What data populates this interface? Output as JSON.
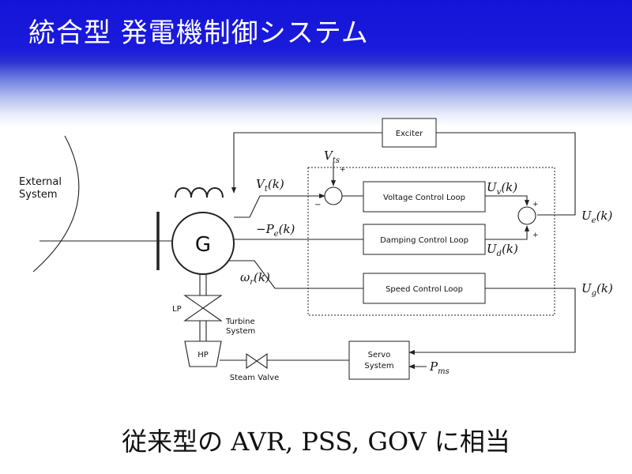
{
  "slide": {
    "title": "統合型 発電機制御システム",
    "caption": "従来型の AVR, PSS, GOV に相当"
  },
  "diagram": {
    "external_system": [
      "External",
      "System"
    ],
    "generator": "G",
    "exciter": "Exciter",
    "voltage_loop": "Voltage Control Loop",
    "damping_loop": "Damping Control Loop",
    "speed_loop": "Speed Control Loop",
    "servo": [
      "Servo",
      "System"
    ],
    "lp": "LP",
    "hp": "HP",
    "turbine": [
      "Turbine",
      "System"
    ],
    "steam_valve": "Steam Valve",
    "plus": "+",
    "minus": "−",
    "signals": {
      "vts": {
        "base": "V",
        "sub": "ts",
        "arg": ""
      },
      "vt": {
        "base": "V",
        "sub": "t",
        "arg": "(k)"
      },
      "pe": {
        "base": "−P",
        "sub": "e",
        "arg": "(k)"
      },
      "wr": {
        "base": "ω",
        "sub": "r",
        "arg": "(k)"
      },
      "uv": {
        "base": "U",
        "sub": "v",
        "arg": "(k)"
      },
      "ud": {
        "base": "U",
        "sub": "d",
        "arg": "(k)"
      },
      "ue": {
        "base": "U",
        "sub": "e",
        "arg": "(k)"
      },
      "ug": {
        "base": "U",
        "sub": "g",
        "arg": "(k)"
      },
      "pms": {
        "base": "P",
        "sub": "ms",
        "arg": ""
      }
    }
  }
}
